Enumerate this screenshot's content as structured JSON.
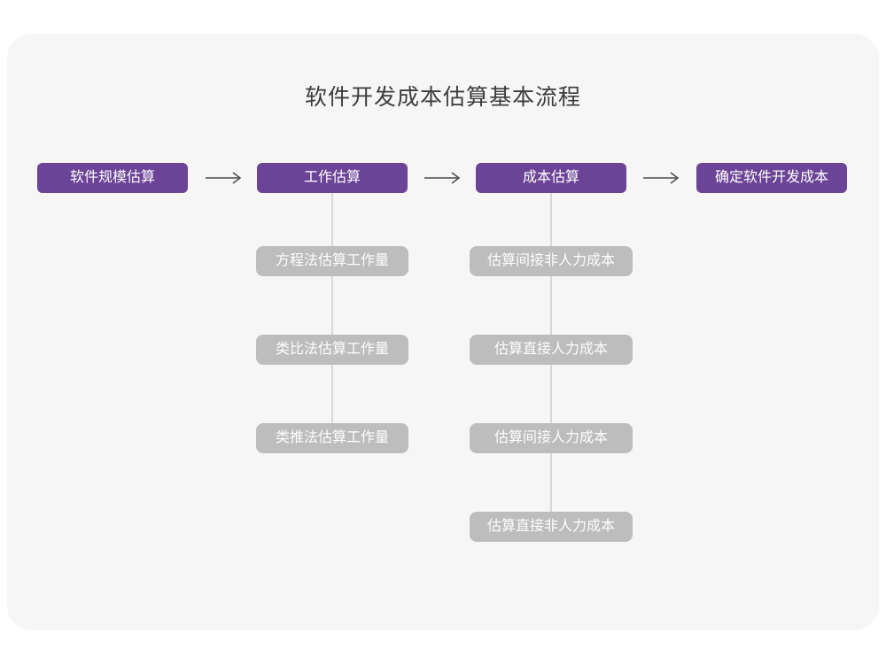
{
  "title": "软件开发成本估算基本流程",
  "colors": {
    "stage_purple": "#6b4397",
    "substep_gray": "#bdbdbd",
    "card_background": "#f6f6f7",
    "connector_line": "#d8d8d8",
    "arrow": "#4c4c4c",
    "title_text": "#3c3c3c"
  },
  "flow": {
    "stages": [
      {
        "label": "软件规模估算"
      },
      {
        "label": "工作估算"
      },
      {
        "label": "成本估算"
      },
      {
        "label": "确定软件开发成本"
      }
    ],
    "work_estimation_methods": [
      "方程法估算工作量",
      "类比法估算工作量",
      "类推法估算工作量"
    ],
    "cost_estimation_steps": [
      "估算间接非人力成本",
      "估算直接人力成本",
      "估算间接人力成本",
      "估算直接非人力成本"
    ]
  }
}
